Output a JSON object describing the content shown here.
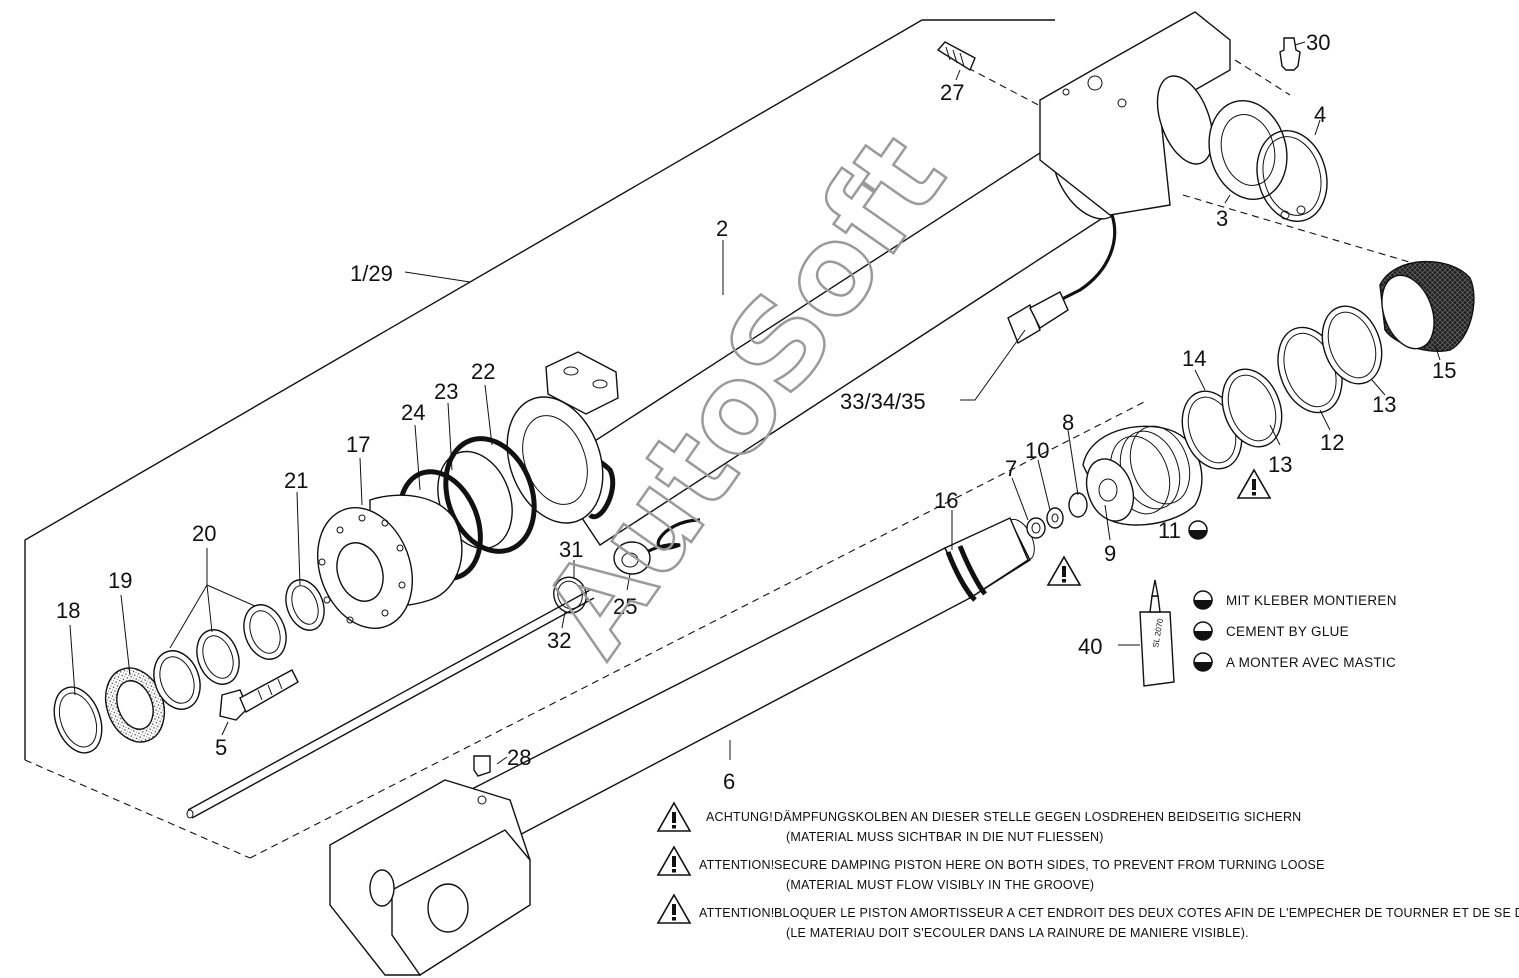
{
  "diagram": {
    "watermark": "AutoSoft",
    "callouts": {
      "c1_29": "1/29",
      "c2": "2",
      "c3": "3",
      "c4": "4",
      "c5": "5",
      "c6": "6",
      "c7": "7",
      "c8": "8",
      "c9": "9",
      "c10": "10",
      "c11": "11",
      "c12": "12",
      "c13a": "13",
      "c13b": "13",
      "c14": "14",
      "c15": "15",
      "c16": "16",
      "c17": "17",
      "c18": "18",
      "c19": "19",
      "c20": "20",
      "c21": "21",
      "c22": "22",
      "c23": "23",
      "c24": "24",
      "c25": "25",
      "c27": "27",
      "c28": "28",
      "c30": "30",
      "c31": "31",
      "c32": "32",
      "c33": "33/34/35",
      "c40": "40"
    },
    "glue_tube_label": "SL 2070",
    "legend": [
      "MIT KLEBER MONTIEREN",
      "CEMENT BY GLUE",
      "A MONTER AVEC MASTIC"
    ],
    "warnings": [
      {
        "tag": "ACHTUNG!",
        "line1": "DÄMPFUNGSKOLBEN AN DIESER STELLE GEGEN LOSDREHEN BEIDSEITIG SICHERN",
        "line2": "(MATERIAL MUSS SICHTBAR IN DIE NUT FLIESSEN)"
      },
      {
        "tag": "ATTENTION!",
        "line1": "SECURE DAMPING PISTON HERE ON BOTH SIDES, TO PREVENT FROM TURNING LOOSE",
        "line2": "(MATERIAL MUST FLOW VISIBLY IN THE GROOVE)"
      },
      {
        "tag": "ATTENTION!",
        "line1": "BLOQUER LE PISTON AMORTISSEUR A CET ENDROIT DES DEUX COTES AFIN DE L'EMPECHER DE TOURNER ET DE SE DETACHER",
        "line2": "(LE MATERIAU DOIT S'ECOULER DANS LA RAINURE DE MANIERE VISIBLE)."
      }
    ]
  }
}
